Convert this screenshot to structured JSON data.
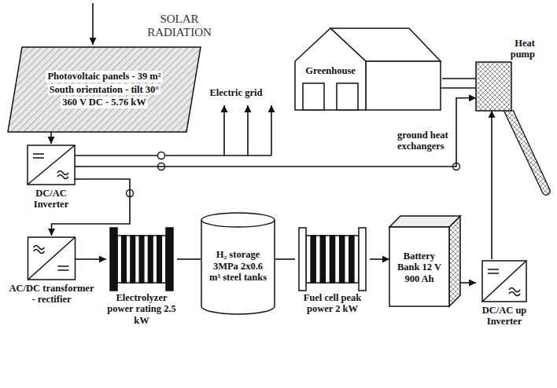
{
  "diagram": {
    "nodes": [
      {
        "text": [
          "Photovoltaic panels - 39 m²",
          "South orientation - tilt 30°",
          "360 V DC - 5.76 kW"
        ]
      },
      {
        "text": [
          "DC/AC Inverter"
        ]
      },
      {
        "text": [
          "AC/DC transformer - rectifier"
        ]
      },
      {
        "text": [
          "Electrolyzer power rating 2.5 kW"
        ]
      },
      {
        "text": [
          "H₂ storage 3MPa 2x0.6 m³ steel tanks"
        ]
      },
      {
        "text": [
          "Fuel cell peak power 2 kW"
        ]
      },
      {
        "text": [
          "Battery Bank 12 V 900 Ah"
        ]
      },
      {
        "text": [
          "DC/AC up Inverter"
        ]
      },
      {
        "text": [
          "Greenhouse"
        ]
      },
      {
        "text": [
          "Heat pump"
        ]
      }
    ],
    "edges": [
      {
        "from": 0,
        "to": 1,
        "arrow": "to"
      },
      {
        "from": 1,
        "to": 2,
        "arrow": "to"
      },
      {
        "from": 2,
        "to": 3,
        "arrow": "to"
      },
      {
        "from": 3,
        "to": 4,
        "arrow": "none"
      },
      {
        "from": 4,
        "to": 5,
        "arrow": "none"
      },
      {
        "from": 5,
        "to": 6,
        "arrow": "to"
      },
      {
        "from": 6,
        "to": 7,
        "arrow": "to"
      },
      {
        "from": 7,
        "to": 9,
        "arrow": "to"
      },
      {
        "from": 1,
        "to": 9,
        "arrow": "to"
      },
      {
        "from": 8,
        "to": 9,
        "arrow": "none"
      }
    ],
    "labels": [
      "SOLAR RADIATION",
      "Electric grid",
      "ground heat exchangers"
    ]
  }
}
